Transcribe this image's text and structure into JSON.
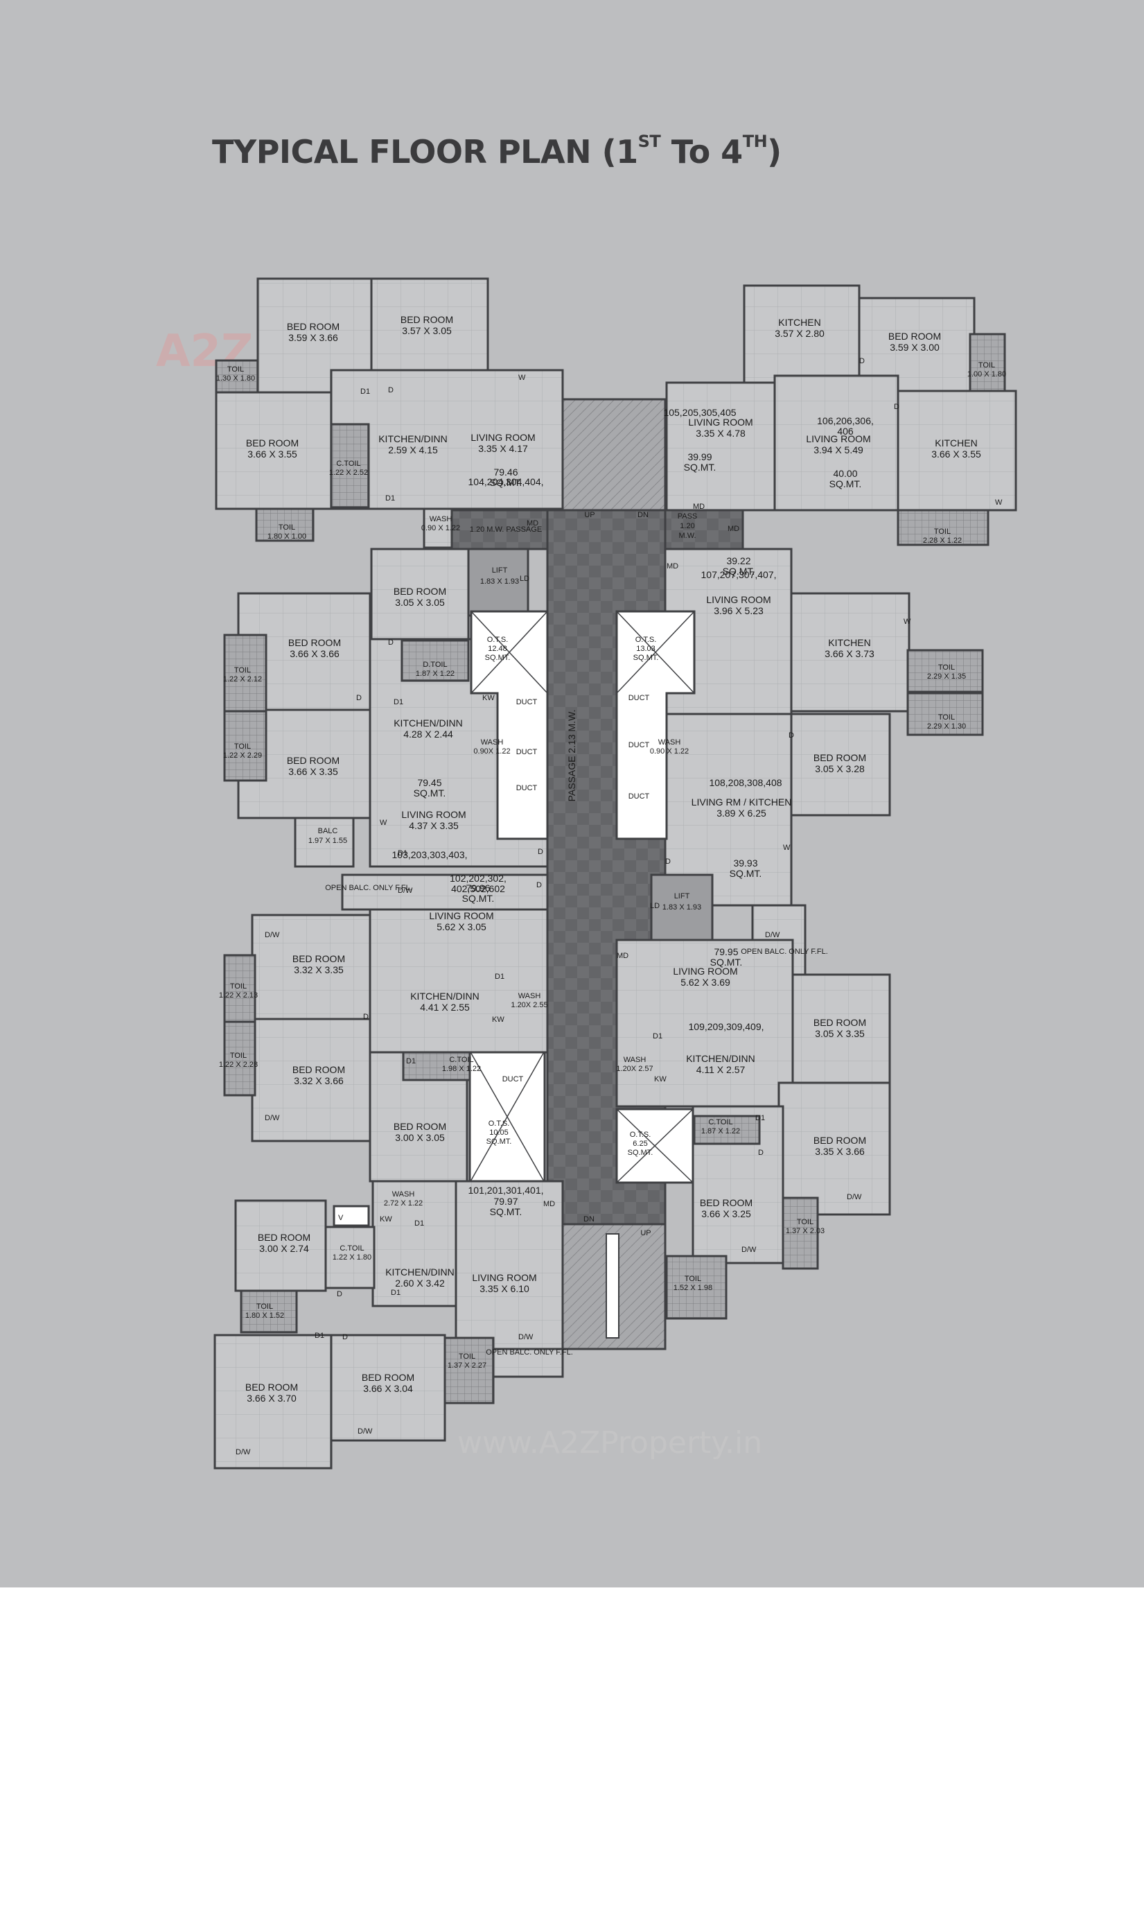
{
  "title": {
    "main": "TYPICAL FLOOR PLAN (1",
    "sup1": "ST",
    "mid": " To 4",
    "sup2": "TH",
    "end": ")"
  },
  "watermark": {
    "logo": "A2ZProperty",
    "url": "www.A2ZProperty.in"
  },
  "colors": {
    "sheet": "#bdbec0",
    "room_fill": "#c7c8ca",
    "wall": "#3f4043",
    "passage": "#6c6d70",
    "shaft": "#ffffff"
  },
  "rooms": [
    {
      "name": "BED ROOM",
      "dims": "3.59 X 3.66"
    },
    {
      "name": "BED ROOM",
      "dims": "3.57 X 3.05"
    },
    {
      "name": "BED ROOM",
      "dims": "3.66 X 3.55"
    },
    {
      "name": "KITCHEN/DINN",
      "dims": "2.59 X 4.15"
    },
    {
      "name": "LIVING ROOM",
      "dims": "3.35 X 4.17"
    },
    {
      "name": "TOIL",
      "dims": "1.80 X 1.00"
    },
    {
      "name": "C.TOIL",
      "dims": "1.22 X 2.52"
    },
    {
      "name": "TOIL",
      "dims": "1.30 X 1.80"
    },
    {
      "name": "KITCHEN",
      "dims": "3.57 X 2.80"
    },
    {
      "name": "BED ROOM",
      "dims": "3.59 X 3.00"
    },
    {
      "name": "LIVING ROOM",
      "dims": "3.35 X 4.78"
    },
    {
      "name": "LIVING ROOM",
      "dims": "3.94 X 5.49"
    },
    {
      "name": "KITCHEN",
      "dims": "3.66 X 3.55"
    },
    {
      "name": "TOIL",
      "dims": "2.28 X 1.22"
    },
    {
      "name": "TOIL",
      "dims": "1.00 X 1.80"
    },
    {
      "name": "BED ROOM",
      "dims": "3.05 X 3.05"
    },
    {
      "name": "BED ROOM",
      "dims": "3.66 X 3.66"
    },
    {
      "name": "BED ROOM",
      "dims": "3.66 X 3.35"
    },
    {
      "name": "KITCHEN/DINN",
      "dims": "4.28 X 2.44"
    },
    {
      "name": "LIVING ROOM",
      "dims": "4.37 X 3.35"
    },
    {
      "name": "D.TOIL",
      "dims": "1.87 X 1.22"
    },
    {
      "name": "TOIL",
      "dims": "1.22 X 2.12"
    },
    {
      "name": "TOIL",
      "dims": "1.22 X 2.29"
    },
    {
      "name": "LIVING ROOM",
      "dims": "3.96 X 5.23"
    },
    {
      "name": "KITCHEN",
      "dims": "3.66 X 3.73"
    },
    {
      "name": "TOIL",
      "dims": "2.29 X 1.35"
    },
    {
      "name": "TOIL",
      "dims": "2.29 X 1.30"
    },
    {
      "name": "BED ROOM",
      "dims": "3.05 X 3.28"
    },
    {
      "name": "LIVING RM / KITCHEN",
      "dims": "3.89 X 6.25"
    },
    {
      "name": "LIVING ROOM",
      "dims": "5.62 X 3.05"
    },
    {
      "name": "BED ROOM",
      "dims": "3.32 X 3.35"
    },
    {
      "name": "BED ROOM",
      "dims": "3.32 X 3.66"
    },
    {
      "name": "KITCHEN/DINN",
      "dims": "4.41 X 2.55"
    },
    {
      "name": "C.TOIL",
      "dims": "1.98 X 1.22"
    },
    {
      "name": "TOIL",
      "dims": "1.22 X 2.13"
    },
    {
      "name": "TOIL",
      "dims": "1.22 X 2.28"
    },
    {
      "name": "BED ROOM",
      "dims": "3.00 X 3.05"
    },
    {
      "name": "LIVING ROOM",
      "dims": "5.62 X 3.69"
    },
    {
      "name": "KITCHEN/DINN",
      "dims": "4.11 X 2.57"
    },
    {
      "name": "BED ROOM",
      "dims": "3.05 X 3.35"
    },
    {
      "name": "BED ROOM",
      "dims": "3.35 X 3.66"
    },
    {
      "name": "C.TOIL",
      "dims": "1.87 X 1.22"
    },
    {
      "name": "BED ROOM",
      "dims": "3.66 X 3.25"
    },
    {
      "name": "TOIL",
      "dims": "1.37 X 2.03"
    },
    {
      "name": "TOIL",
      "dims": "1.52 X 1.98"
    },
    {
      "name": "BED ROOM",
      "dims": "3.00 X 2.74"
    },
    {
      "name": "C.TOIL",
      "dims": "1.22 X 1.80"
    },
    {
      "name": "KITCHEN/DINN",
      "dims": "2.60 X 3.42"
    },
    {
      "name": "LIVING ROOM",
      "dims": "3.35 X 6.10"
    },
    {
      "name": "TOIL",
      "dims": "1.80 X 1.52"
    },
    {
      "name": "BED ROOM",
      "dims": "3.66 X 3.70"
    },
    {
      "name": "BED ROOM",
      "dims": "3.66 X 3.04"
    },
    {
      "name": "TOIL",
      "dims": "1.37 X 2.27"
    }
  ],
  "flats": [
    {
      "nos": "104,204,304,404,",
      "area": "79.46",
      "unit": "SQ.MT."
    },
    {
      "nos": "105,205,305,405",
      "area": "39.99",
      "unit": "SQ.MT."
    },
    {
      "nos": "106,206,306,",
      "nos2": "406",
      "area": "40.00",
      "unit": "SQ.MT."
    },
    {
      "nos": "103,203,303,403,",
      "area": "79.45",
      "unit": "SQ.MT."
    },
    {
      "nos": "107,207,307,407,",
      "area": "39.22",
      "unit": "SQ.MT."
    },
    {
      "nos": "108,208,308,408",
      "area": "39.93",
      "unit": "SQ.MT."
    },
    {
      "nos": "102,202,302,",
      "nos2": "402,502,602",
      "area": "79.96",
      "unit": "SQ.MT."
    },
    {
      "nos": "109,209,309,409,",
      "area": "79.95",
      "unit": "SQ.MT."
    },
    {
      "nos": "101,201,301,401,",
      "area": "79.97",
      "unit": "SQ.MT."
    }
  ],
  "core": {
    "passage_top": "1.20 M.W. PASSAGE",
    "passage_vertical": "PASSAGE    2.13 M.W.",
    "pass_label": "PASS",
    "pass_dims": "1.20",
    "pass_unit": "M.W.",
    "lift": "LIFT",
    "lift1_dims": "1.83 X 1.93",
    "lift2_dims": "1.83 X 1.93",
    "ots": "O.T.S.",
    "ots_areas": [
      "12.48",
      "13.03",
      "10.05",
      "6.25"
    ],
    "sqmt": "SQ.MT.",
    "duct": "DUCT",
    "wash": "WASH",
    "wash_dims": [
      "0.90 X 1.22",
      "0.90X 1.22",
      "0.90 X 1.22",
      "1.20X 2.55",
      "1.20X 2.57",
      "2.72 X 1.22"
    ],
    "up": "UP",
    "dn": "DN",
    "balc": "BALC",
    "balc_dims": "1.97 X 1.55",
    "open_balc": "OPEN BALC. ONLY F.FL."
  },
  "markers": {
    "door": "D",
    "door1": "D1",
    "main_door": "MD",
    "window": "W",
    "dw": "D/W",
    "kw": "KW",
    "ld": "LD",
    "v": "V"
  }
}
